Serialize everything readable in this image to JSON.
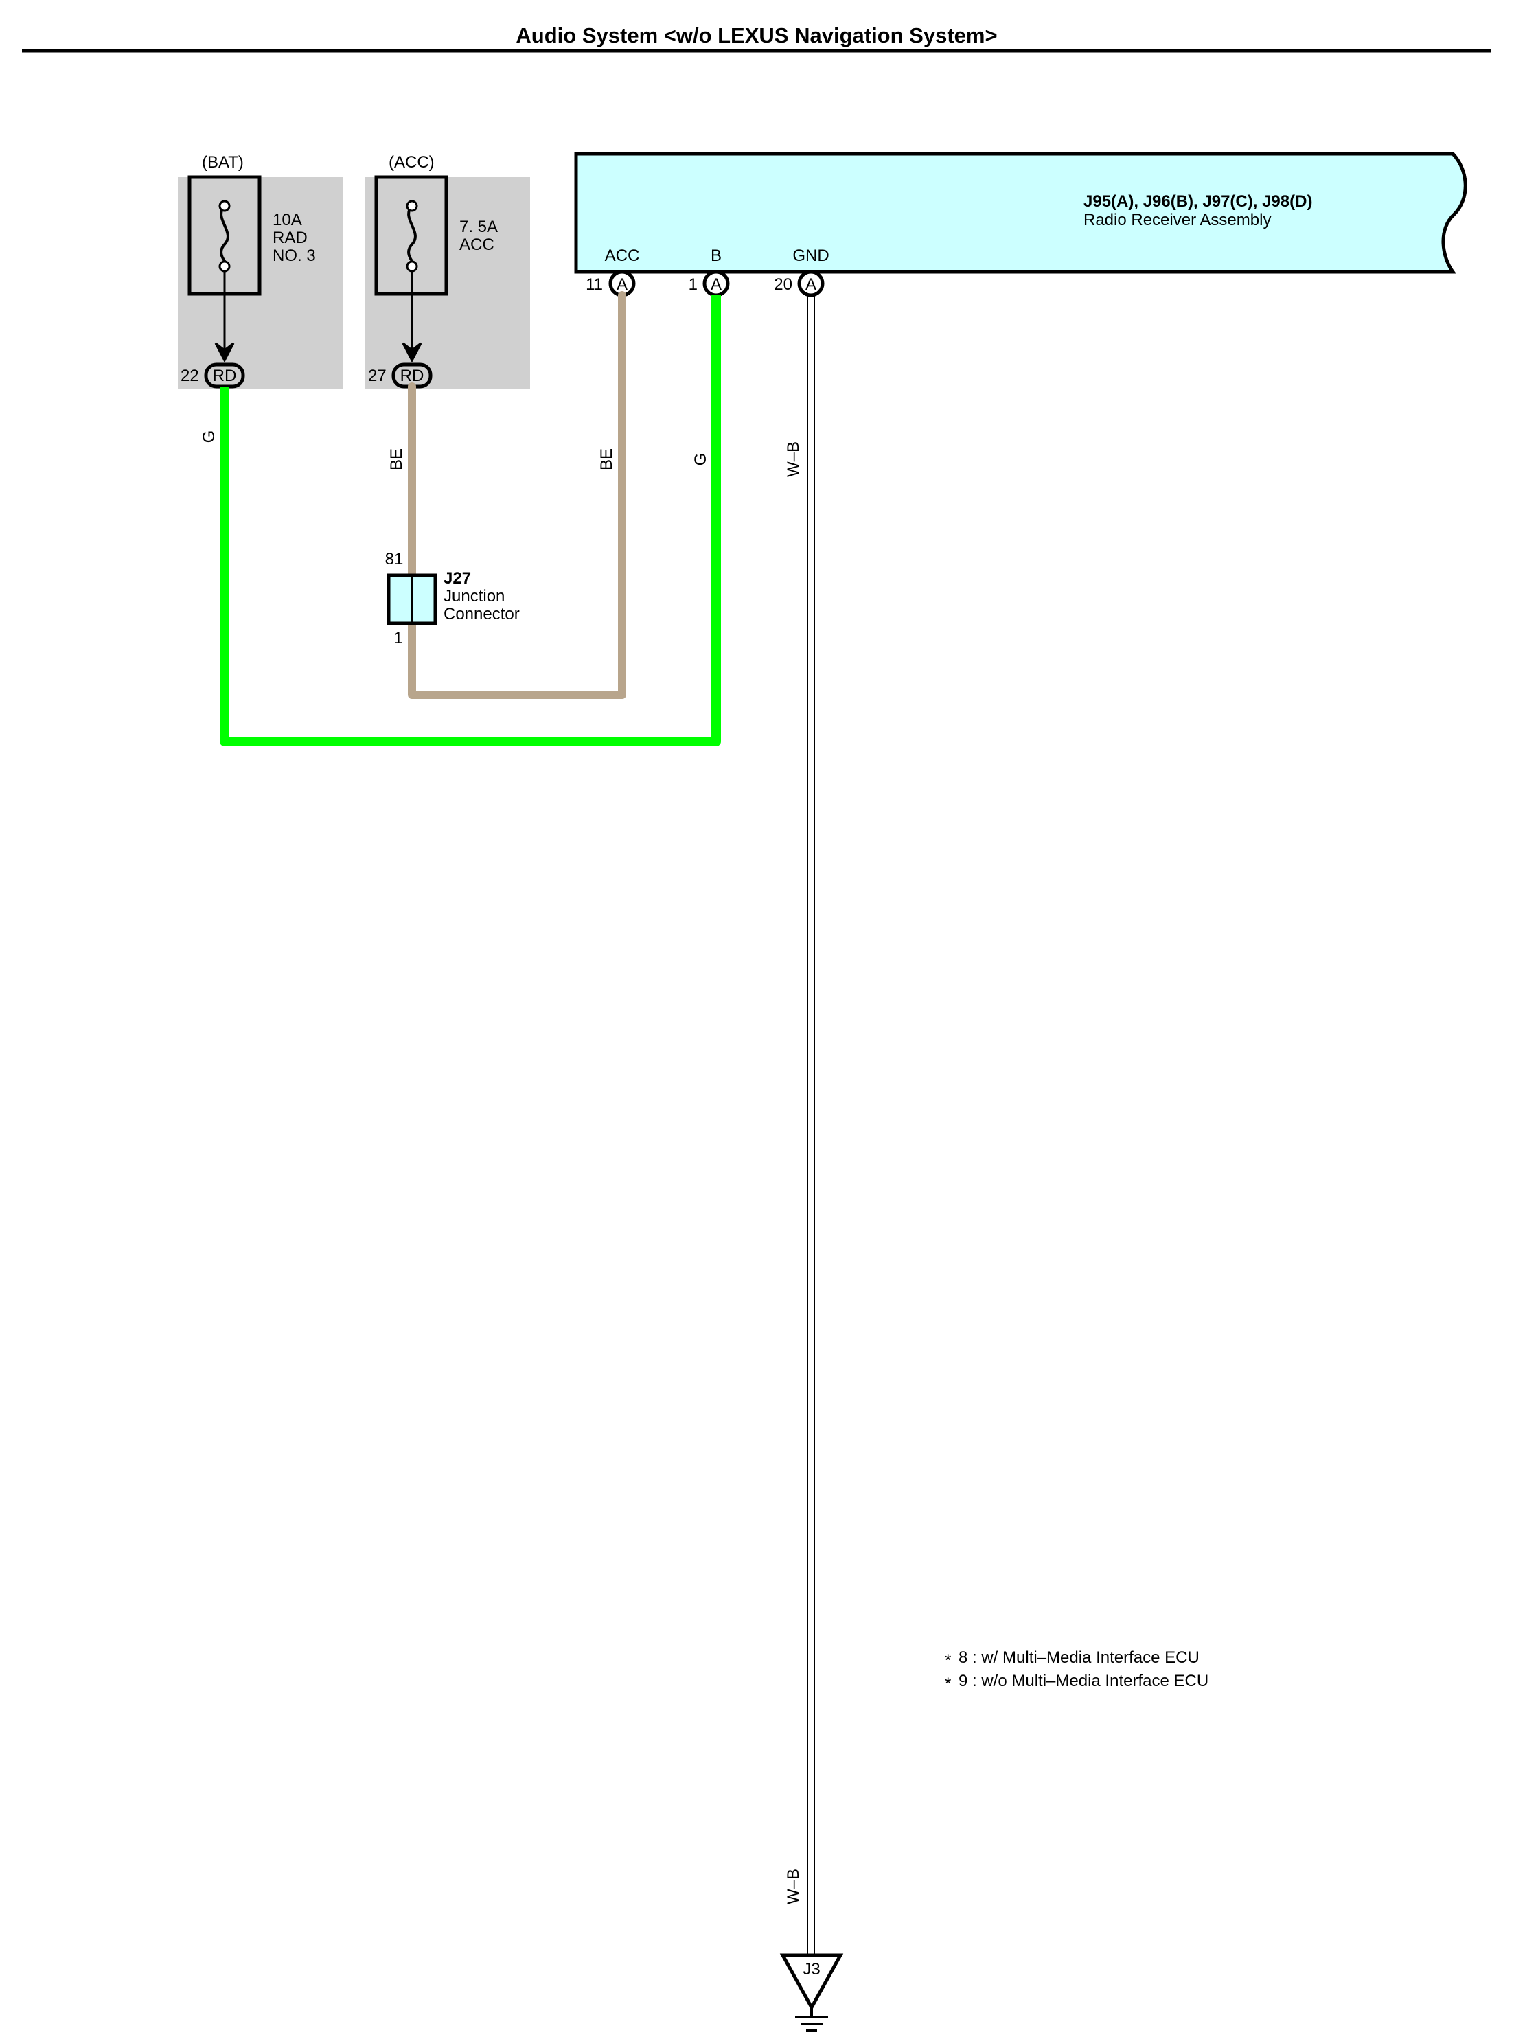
{
  "title": "Audio System <w/o LEXUS Navigation System>",
  "colors": {
    "green_wire": "#00ff00",
    "beige_wire": "#b8a58c",
    "fuse_box_bg": "#d0d0d0",
    "receiver_bg": "#ccffff",
    "connector_bg": "#ccffff",
    "line": "#000000"
  },
  "fuses": [
    {
      "source": "(BAT)",
      "rating": "10A",
      "name_line1": "RAD",
      "name_line2": "NO. 3",
      "pin": "22",
      "connector": "RD"
    },
    {
      "source": "(ACC)",
      "rating": "7. 5A",
      "name_line1": "ACC",
      "pin": "27",
      "connector": "RD"
    }
  ],
  "receiver": {
    "connectors": "J95(A), J96(B), J97(C), J98(D)",
    "name": "Radio Receiver Assembly",
    "terminals": [
      {
        "name": "ACC",
        "pin": "11",
        "connector": "A"
      },
      {
        "name": "B",
        "pin": "1",
        "connector": "A"
      },
      {
        "name": "GND",
        "pin": "20",
        "connector": "A"
      }
    ]
  },
  "junction": {
    "id": "J27",
    "name_line1": "Junction",
    "name_line2": "Connector",
    "pin_top": "81",
    "pin_bottom": "1"
  },
  "wires": {
    "bat_out": "G",
    "acc_out": "BE",
    "receiver_acc": "BE",
    "receiver_b": "G",
    "ground_top": "W–B",
    "ground_bottom": "W–B"
  },
  "ground_point": "J3",
  "notes": [
    {
      "marker": "*",
      "text": "8 : w/ Multi–Media Interface ECU"
    },
    {
      "marker": "*",
      "text": "9 : w/o Multi–Media Interface ECU"
    }
  ]
}
